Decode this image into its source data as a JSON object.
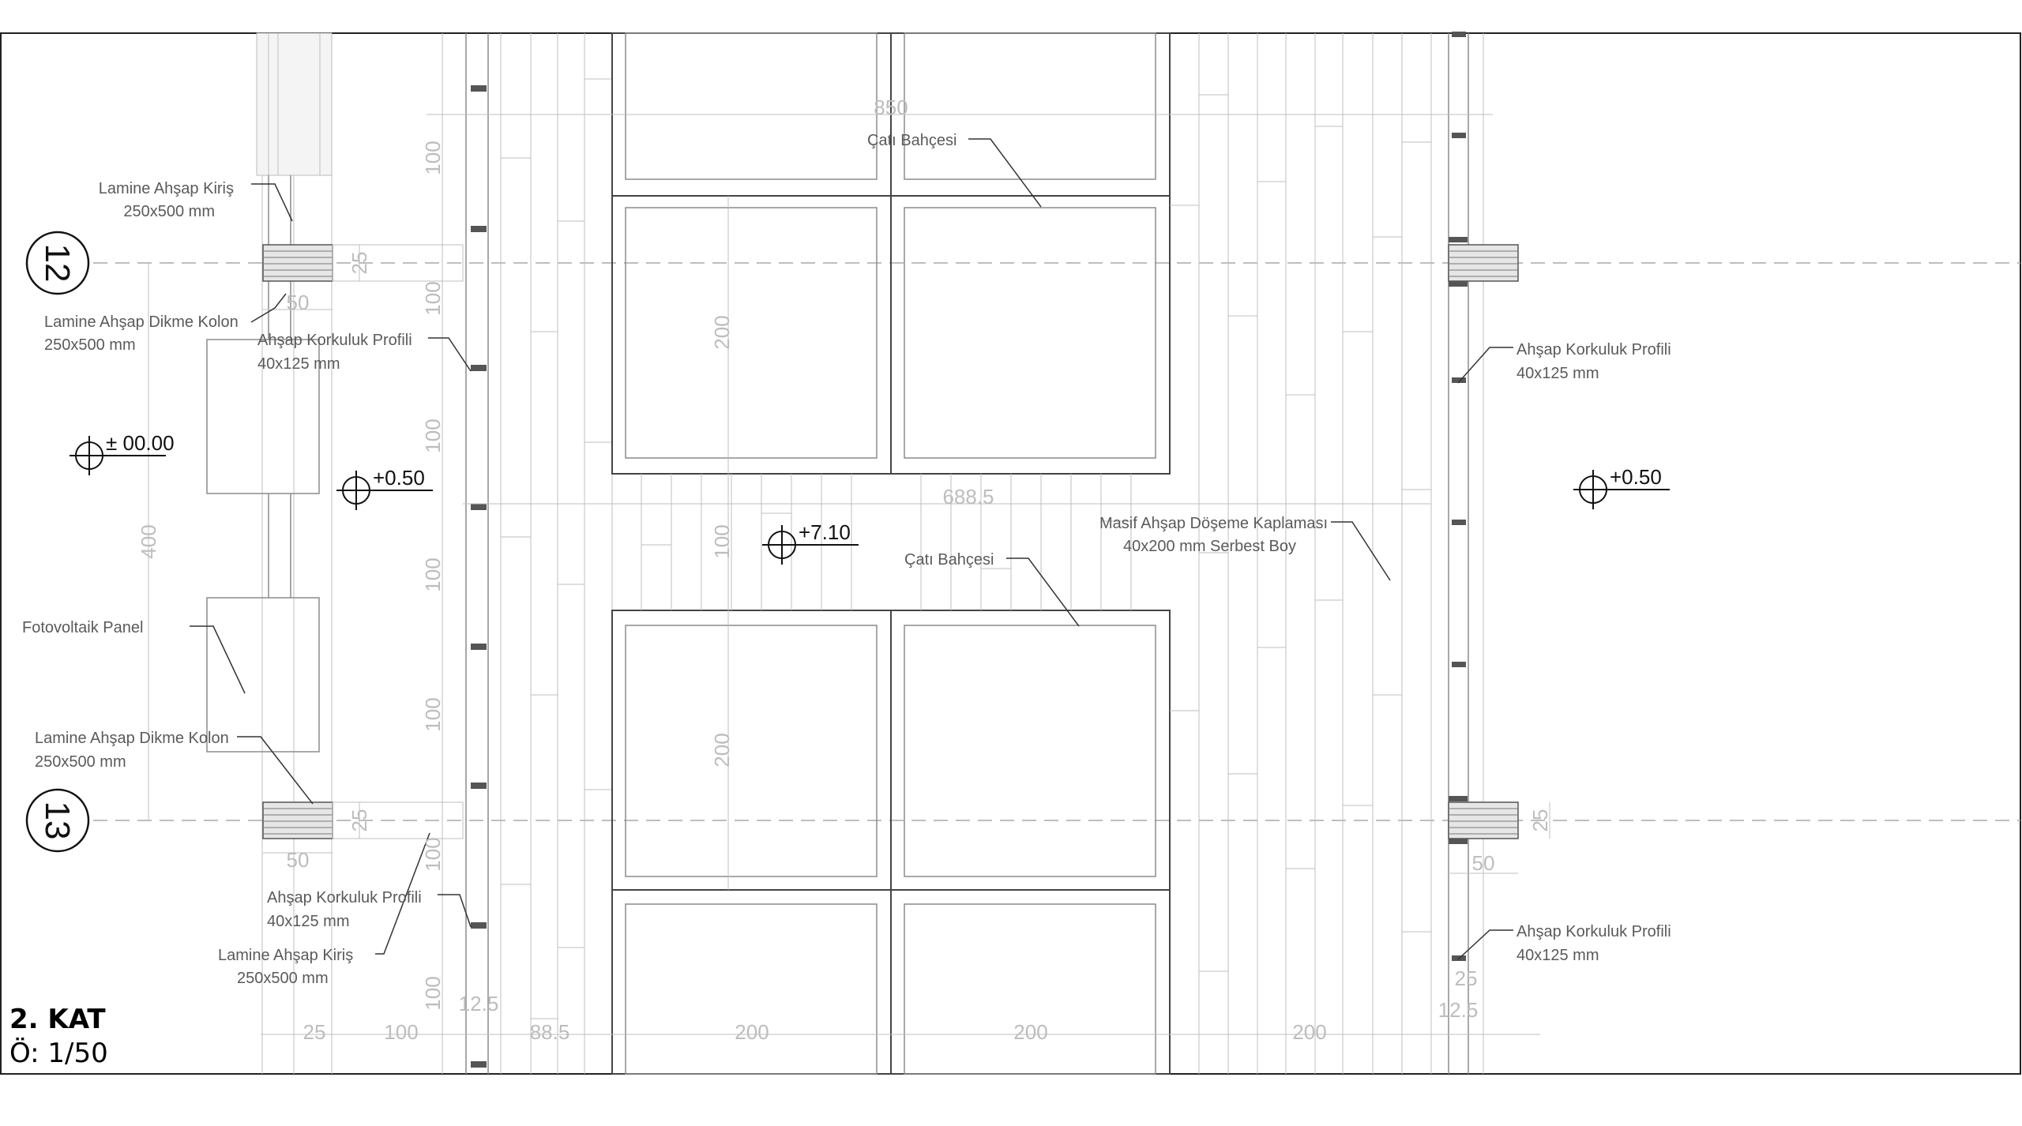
{
  "title": {
    "name": "2. KAT",
    "scale": "Ö: 1/50"
  },
  "grid_axes": {
    "axis_12": "12",
    "axis_13": "13"
  },
  "levels": {
    "ground": "± 00.00",
    "left_terrace": "+0.50",
    "roof": "+7.10",
    "right_terrace": "+0.50"
  },
  "annotations": {
    "kiris_top_1": "Lamine Ahşap Kiriş",
    "kiris_top_2": "250x500 mm",
    "kolon_top_1": "Lamine Ahşap Dikme Kolon",
    "kolon_top_2": "250x500 mm",
    "korkuluk_left_top_1": "Ahşap Korkuluk Profili",
    "korkuluk_left_top_2": "40x125 mm",
    "fotovoltaik": "Fotovoltaik Panel",
    "kolon_bottom_1": "Lamine Ahşap Dikme Kolon",
    "kolon_bottom_2": "250x500 mm",
    "korkuluk_left_bottom_1": "Ahşap Korkuluk Profili",
    "korkuluk_left_bottom_2": "40x125 mm",
    "kiris_bottom_1": "Lamine Ahşap Kiriş",
    "kiris_bottom_2": "250x500 mm",
    "cati_bahcesi_top": "Çatı Bahçesi",
    "cati_bahcesi_mid": "Çatı Bahçesi",
    "doseme_1": "Masif Ahşap Döşeme Kaplaması",
    "doseme_2": "40x200 mm Serbest Boy",
    "korkuluk_right_top_1": "Ahşap Korkuluk Profili",
    "korkuluk_right_top_2": "40x125 mm",
    "korkuluk_right_bottom_1": "Ahşap Korkuluk Profili",
    "korkuluk_right_bottom_2": "40x125 mm"
  },
  "dimensions": {
    "top_width": "850",
    "mid_width": "688.5",
    "bottom": [
      "25",
      "100",
      "12.5",
      "88.5",
      "200",
      "200",
      "200"
    ],
    "left_vertical": "400",
    "rail_vertical": [
      "100",
      "100",
      "100",
      "100",
      "100",
      "100",
      "100"
    ],
    "planter_vertical": [
      "200",
      "100",
      "200"
    ],
    "col_top_depth": "25",
    "col_top_width": "50",
    "col_bottom_depth": "25",
    "col_bottom_width": "50",
    "right_col_depth": "25",
    "right_col_width": "50",
    "right_rail_depth": "25",
    "right_rail_offset": "12.5"
  }
}
